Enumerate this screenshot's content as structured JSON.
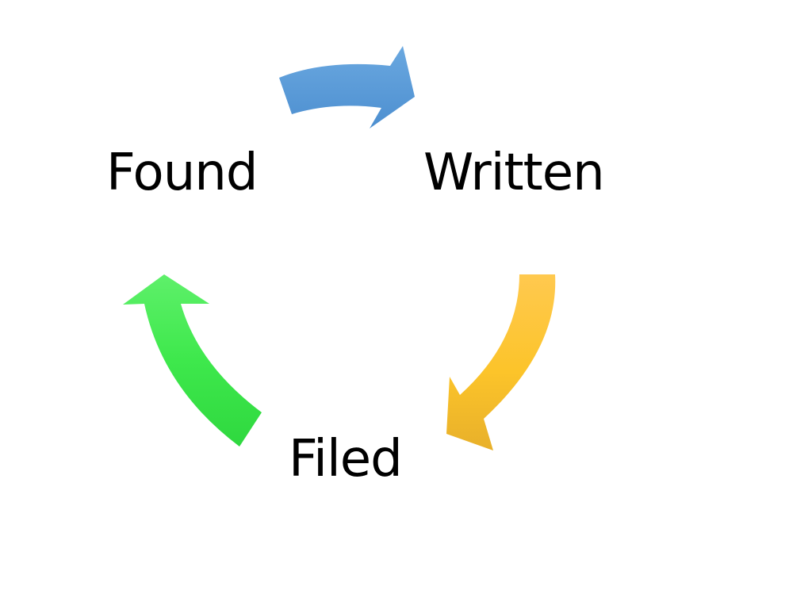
{
  "cycle": {
    "stages": [
      {
        "label": "Found"
      },
      {
        "label": "Written"
      },
      {
        "label": "Filed"
      }
    ],
    "arrows": [
      {
        "from": "Found",
        "to": "Written",
        "color": "#5b9bd5"
      },
      {
        "from": "Written",
        "to": "Filed",
        "color": "#fcc42e"
      },
      {
        "from": "Filed",
        "to": "Found",
        "color": "#36e14a"
      }
    ]
  }
}
